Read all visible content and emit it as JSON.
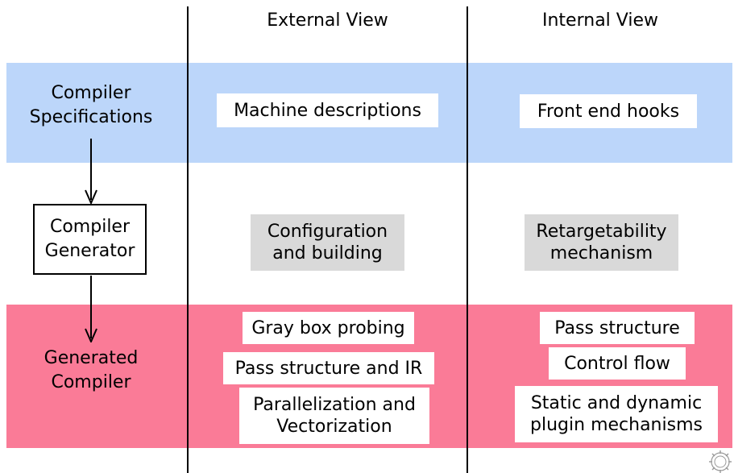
{
  "columns": {
    "external": "External View",
    "internal": "Internal View"
  },
  "rows": {
    "specs": [
      "Compiler",
      "Specifications"
    ],
    "generator": [
      "Compiler",
      "Generator"
    ],
    "generated": [
      "Generated",
      "Compiler"
    ]
  },
  "external": {
    "machine_descriptions": "Machine descriptions",
    "config": [
      "Configuration",
      "and building"
    ],
    "gray_box": "Gray box probing",
    "pass_ir": "Pass structure and IR",
    "parallel": [
      "Parallelization and",
      "Vectorization"
    ]
  },
  "internal": {
    "front_end": "Front end hooks",
    "retarget": [
      "Retargetability",
      "mechanism"
    ],
    "pass_structure": "Pass structure",
    "control_flow": "Control flow",
    "plugin": [
      "Static and dynamic",
      "plugin mechanisms"
    ]
  },
  "colors": {
    "blue_band": "#bcd6fa",
    "red_band": "#fa7b97",
    "gray_box": "#d9d9d9"
  },
  "icons": {
    "logo": "gear-seal-icon"
  }
}
